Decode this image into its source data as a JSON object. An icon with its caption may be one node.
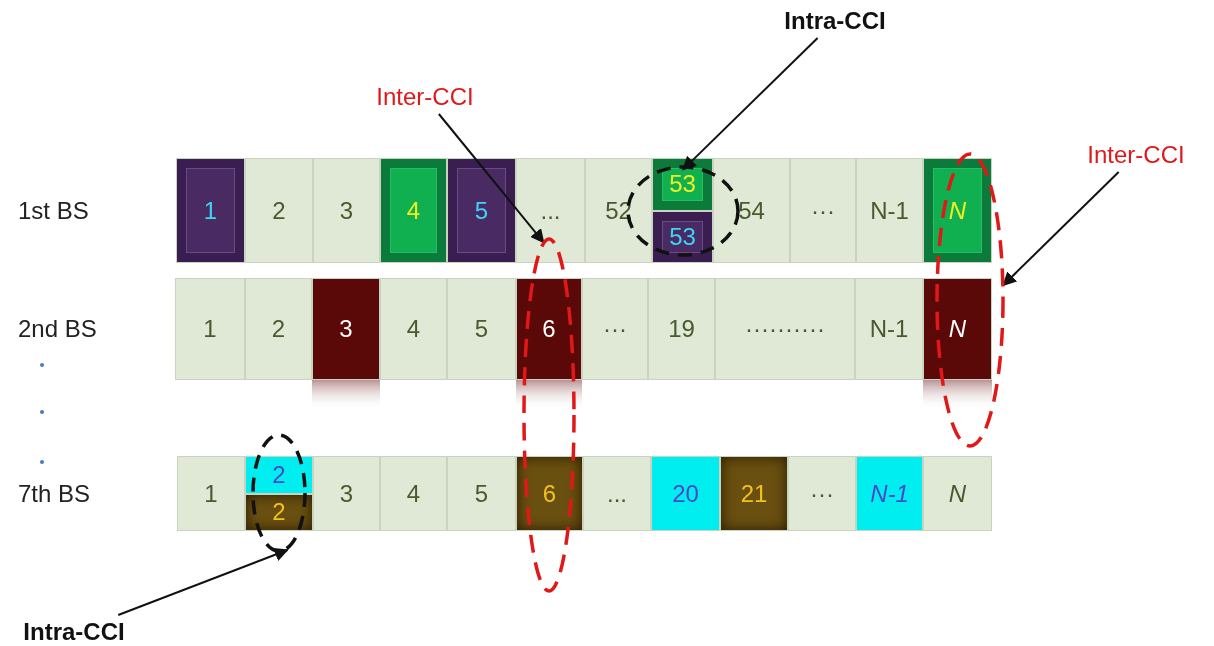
{
  "diagram": {
    "nodes": [
      {
        "text": [
          "1st BS"
        ]
      },
      {
        "text": [
          "1"
        ],
        "in": 0
      },
      {
        "text": [
          "2"
        ],
        "in": 0
      },
      {
        "text": [
          "3"
        ],
        "in": 0
      },
      {
        "text": [
          "4"
        ],
        "in": 0
      },
      {
        "text": [
          "5"
        ],
        "in": 0
      },
      {
        "text": [
          "..."
        ],
        "in": 0
      },
      {
        "text": [
          "52"
        ],
        "in": 0
      },
      {
        "text": [
          "53"
        ],
        "in": 0
      },
      {
        "text": [
          "53"
        ],
        "in": 0
      },
      {
        "text": [
          "54"
        ],
        "in": 0
      },
      {
        "text": [
          "···"
        ],
        "in": 0
      },
      {
        "text": [
          "N-1"
        ],
        "in": 0
      },
      {
        "text": [
          "N"
        ],
        "in": 0
      },
      {
        "text": [
          "2nd BS"
        ]
      },
      {
        "text": [
          "1"
        ],
        "in": 14
      },
      {
        "text": [
          "2"
        ],
        "in": 14
      },
      {
        "text": [
          "3"
        ],
        "in": 14
      },
      {
        "text": [
          "4"
        ],
        "in": 14
      },
      {
        "text": [
          "5"
        ],
        "in": 14
      },
      {
        "text": [
          "6"
        ],
        "in": 14
      },
      {
        "text": [
          "···"
        ],
        "in": 14
      },
      {
        "text": [
          "19"
        ],
        "in": 14
      },
      {
        "text": [
          "··········"
        ],
        "in": 14
      },
      {
        "text": [
          "N-1"
        ],
        "in": 14
      },
      {
        "text": [
          "N"
        ],
        "in": 14
      },
      {
        "text": [
          "7th BS"
        ]
      },
      {
        "text": [
          "1"
        ],
        "in": 26
      },
      {
        "text": [
          "2"
        ],
        "in": 26
      },
      {
        "text": [
          "2"
        ],
        "in": 26
      },
      {
        "text": [
          "3"
        ],
        "in": 26
      },
      {
        "text": [
          "4"
        ],
        "in": 26
      },
      {
        "text": [
          "5"
        ],
        "in": 26
      },
      {
        "text": [
          "6"
        ],
        "in": 26
      },
      {
        "text": [
          "..."
        ],
        "in": 26
      },
      {
        "text": [
          "20"
        ],
        "in": 26
      },
      {
        "text": [
          "21"
        ],
        "in": 26
      },
      {
        "text": [
          "···"
        ],
        "in": 26
      },
      {
        "text": [
          "N-1"
        ],
        "in": 26
      },
      {
        "text": [
          "N"
        ],
        "in": 26
      },
      {
        "text": [],
        "shape": "ellipse"
      },
      {
        "text": [],
        "shape": "ellipse"
      },
      {
        "text": [],
        "shape": "ellipse"
      },
      {
        "text": [],
        "shape": "ellipse"
      },
      {
        "text": [
          "Intra-CCI"
        ]
      },
      {
        "text": [
          "Inter-CCI"
        ]
      },
      {
        "text": [
          "Inter-CCI"
        ]
      },
      {
        "text": [
          "Intra-CCI"
        ]
      }
    ],
    "edges": [
      {
        "from": 44,
        "to": 40,
        "arrow": "to"
      },
      {
        "from": 45,
        "to": 41,
        "arrow": "to"
      },
      {
        "from": 46,
        "to": 42,
        "arrow": "to"
      },
      {
        "from": 47,
        "to": 43,
        "arrow": "to"
      }
    ]
  }
}
